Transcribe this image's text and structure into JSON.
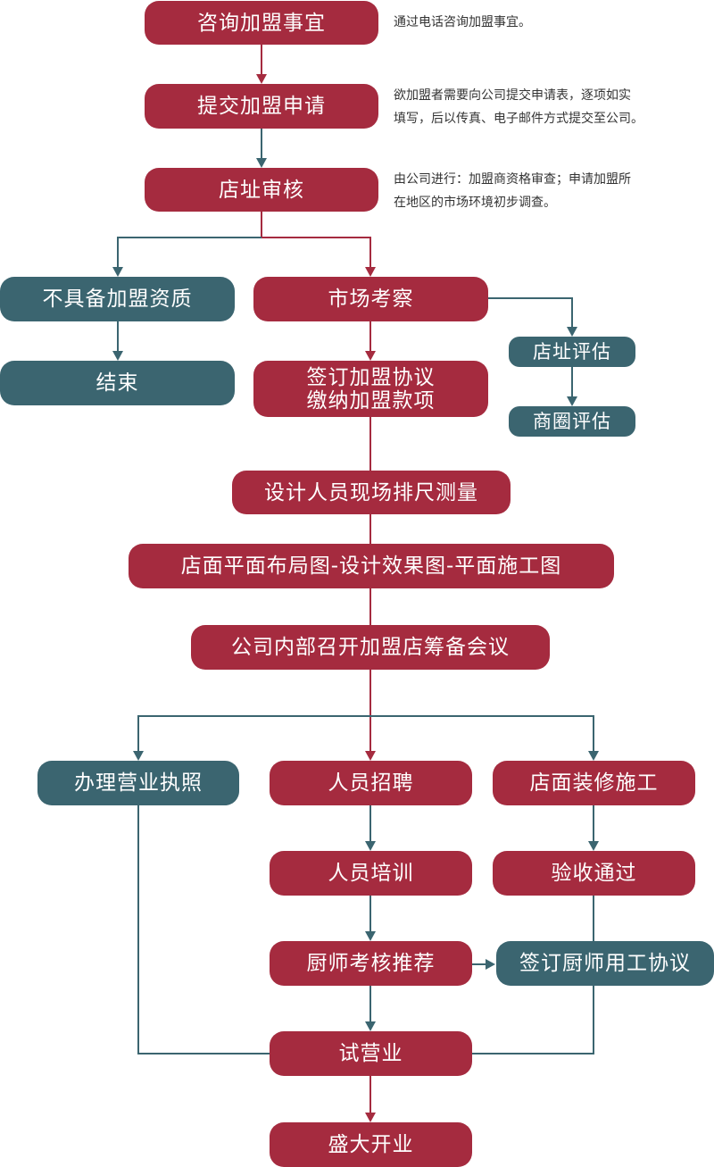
{
  "colors": {
    "primary": "#a52b3f",
    "secondary": "#3b6570",
    "note_text": "#333333"
  },
  "steps": {
    "consult": "咨询加盟事宜",
    "apply": "提交加盟申请",
    "site_review": "店址审核",
    "not_qualified": "不具备加盟资质",
    "end": "结束",
    "market_survey": "市场考察",
    "sign_agreement": "签订加盟协议\n缴纳加盟款项",
    "site_evaluation": "店址评估",
    "trade_area_evaluation": "商圈评估",
    "onsite_measure": "设计人员现场排尺测量",
    "drawings": "店面平面布局图-设计效果图-平面施工图",
    "prep_meeting": "公司内部召开加盟店筹备会议",
    "business_license": "办理营业执照",
    "recruitment": "人员招聘",
    "renovation": "店面装修施工",
    "training": "人员培训",
    "acceptance": "验收通过",
    "chef_assessment": "厨师考核推荐",
    "chef_contract": "签订厨师用工协议",
    "trial_operation": "试营业",
    "grand_opening": "盛大开业"
  },
  "notes": {
    "consult": "通过电话咨询加盟事宜。",
    "apply": "欲加盟者需要向公司提交申请表，逐项如实\n填写，后以传真、电子邮件方式提交至公司。",
    "site_review": "由公司进行：加盟商资格审查；申请加盟所\n在地区的市场环境初步调查。"
  }
}
